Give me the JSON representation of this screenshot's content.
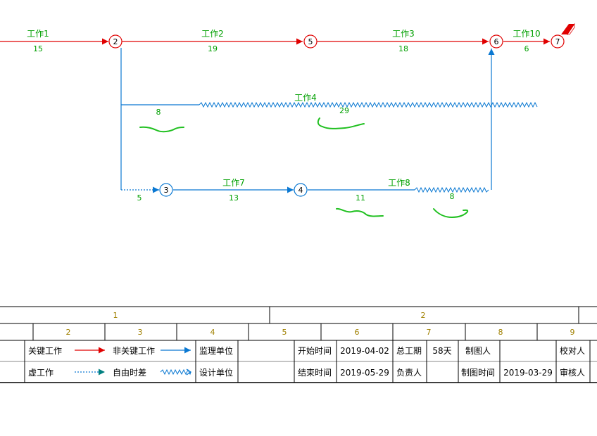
{
  "colors": {
    "critical": "#e00000",
    "noncritical": "#0a78d2",
    "label": "#00a000",
    "ruler": "#a08000",
    "dummy_arrow": "#008080"
  },
  "activities": [
    {
      "id": "act-1",
      "name": "工作1",
      "duration": "15",
      "critical": true
    },
    {
      "id": "act-2",
      "name": "工作2",
      "duration": "19",
      "critical": true
    },
    {
      "id": "act-3",
      "name": "工作3",
      "duration": "18",
      "critical": true
    },
    {
      "id": "act-10",
      "name": "工作10",
      "duration": "6",
      "critical": true
    },
    {
      "id": "act-4",
      "name": "工作4",
      "duration": "8",
      "free_float": "29",
      "critical": false
    },
    {
      "id": "act-dummy",
      "name": "",
      "duration": "5",
      "critical": false,
      "dummy": true
    },
    {
      "id": "act-7",
      "name": "工作7",
      "duration": "13",
      "critical": false
    },
    {
      "id": "act-8",
      "name": "工作8",
      "duration": "11",
      "free_float": "8",
      "critical": false
    }
  ],
  "nodes": [
    "2",
    "5",
    "6",
    "7",
    "3",
    "4"
  ],
  "ruler": {
    "top": [
      "1",
      "2"
    ],
    "bottom": [
      "2",
      "3",
      "4",
      "5",
      "6",
      "7",
      "8",
      "9"
    ]
  },
  "legend": {
    "critical_label": "关键工作",
    "noncritical_label": "非关键工作",
    "dummy_label": "虚工作",
    "float_label": "自由时差",
    "supervisor_label": "监理单位",
    "supervisor_value": "",
    "designer_label": "设计单位",
    "designer_value": "",
    "start_label": "开始时间",
    "start_value": "2019-04-02",
    "end_label": "结束时间",
    "end_value": "2019-05-29",
    "total_label": "总工期",
    "total_value": "58天",
    "manager_label": "负责人",
    "manager_value": "",
    "drawer_label": "制图人",
    "drawer_value": "",
    "draw_time_label": "制图时间",
    "draw_time_value": "2019-03-29",
    "checker_label": "校对人",
    "reviewer_label": "审核人"
  }
}
